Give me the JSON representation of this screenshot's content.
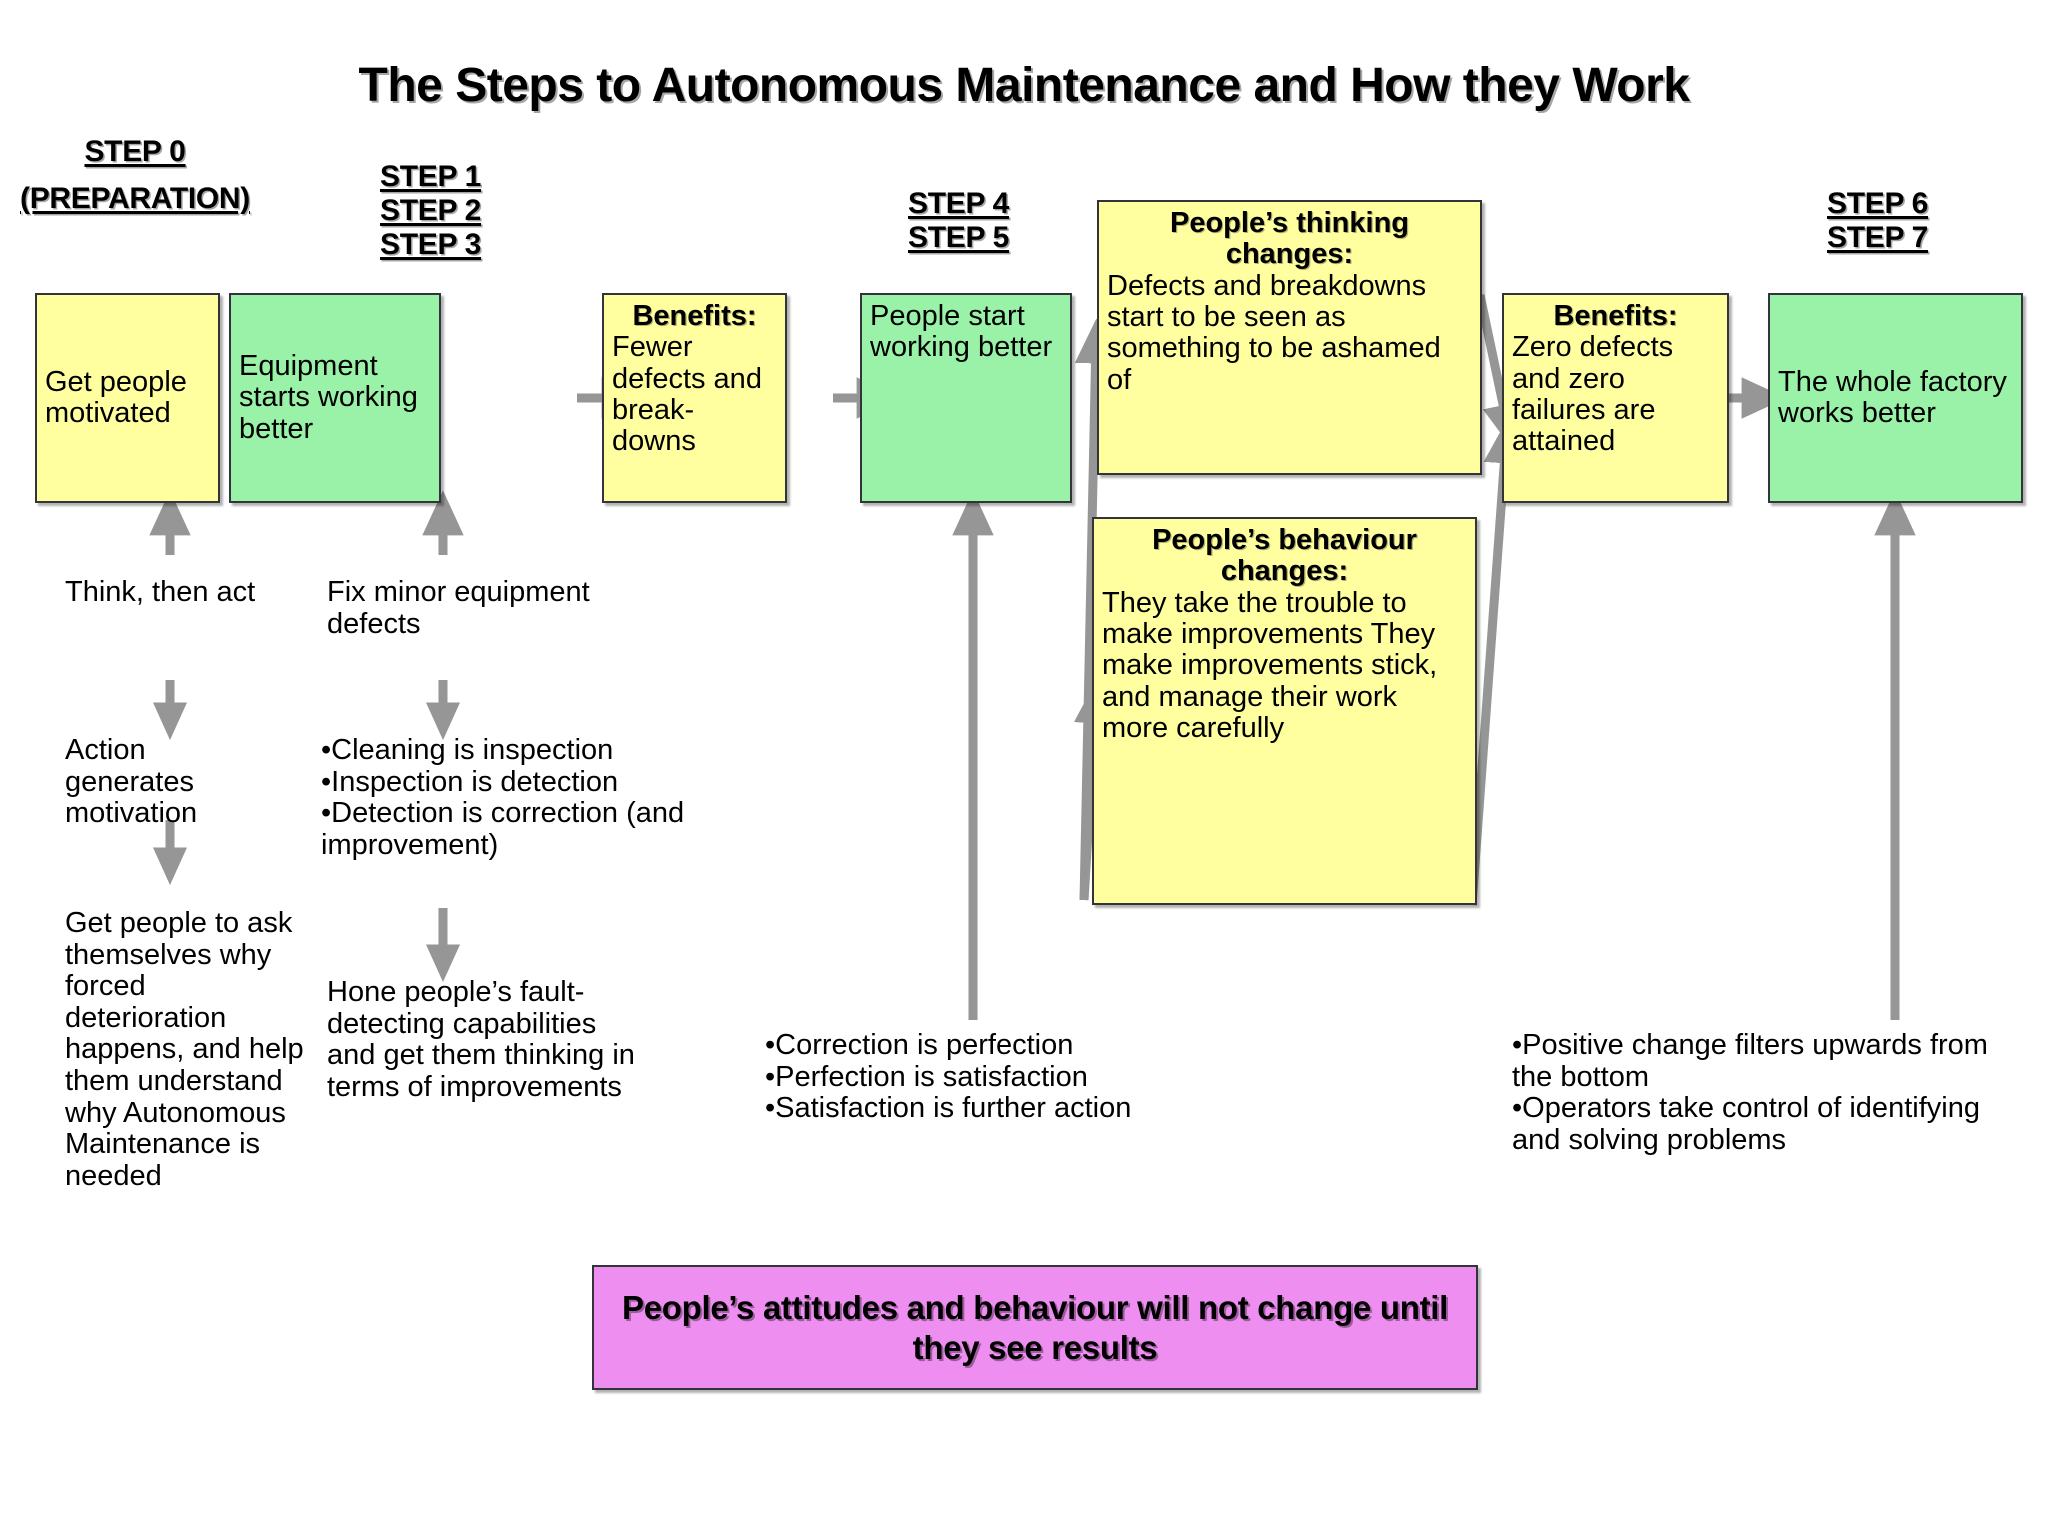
{
  "title": "The Steps to Autonomous Maintenance and How they Work",
  "step_headings": [
    {
      "id": "step-0",
      "lines": [
        "STEP 0",
        "(PREPARATION)"
      ]
    },
    {
      "id": "step-1-3",
      "lines": [
        "STEP 1",
        "STEP 2",
        "STEP 3"
      ]
    },
    {
      "id": "step-4-5",
      "lines": [
        "STEP 4",
        "STEP 5"
      ]
    },
    {
      "id": "step-6-7",
      "lines": [
        "STEP 6",
        "STEP 7"
      ]
    }
  ],
  "boxes": {
    "get_people_motivated": {
      "color": "#ffffa0",
      "body": "Get people motivated"
    },
    "equipment_starts_working_better": {
      "color": "#99f2a8",
      "body": "Equipment starts working better"
    },
    "benefits_fewer_defects": {
      "color": "#ffffa0",
      "heading": "Benefits:",
      "body": "Fewer defects and break-downs"
    },
    "people_start_working_better": {
      "color": "#99f2a8",
      "body": "People start working better"
    },
    "peoples_thinking_changes": {
      "color": "#ffffa0",
      "heading": "People’s thinking changes:",
      "body": "Defects and breakdowns start to be seen as something to be ashamed of"
    },
    "peoples_behaviour_changes": {
      "color": "#ffffa0",
      "heading": "People’s behaviour changes:",
      "body": "They take the trouble to make improvements\nThey make improvements stick, and manage their work more carefully"
    },
    "benefits_zero_defects": {
      "color": "#ffffa0",
      "heading": "Benefits:",
      "body": "Zero defects and zero failures\nare attained"
    },
    "whole_factory_works_better": {
      "color": "#99f2a8",
      "body": "The whole factory works better"
    }
  },
  "notes": {
    "think_then_act": "Think, then act",
    "action_generates_motivation": "Action generates motivation",
    "get_people_to_ask": "Get people to ask themselves why forced deterioration happens, and help them understand why Autonomous Maintenance is needed",
    "fix_minor_defects": "Fix minor equipment defects",
    "cleaning_bullets": "•Cleaning is inspection\n•Inspection is detection\n•Detection is correction (and improvement)",
    "hone_capabilities": "Hone people’s fault-detecting capabilities and get them thinking in terms of improvements",
    "correction_bullets": "•Correction is perfection\n•Perfection is satisfaction\n•Satisfaction is further action",
    "positive_change_bullets": "•Positive change filters upwards from the bottom\n•Operators take control of identifying and solving problems"
  },
  "callout": {
    "text": "People’s attitudes and behaviour will not change until they see results",
    "color": "#ee8ef0"
  },
  "colors": {
    "yellow": "#ffffa0",
    "green": "#99f2a8",
    "magenta": "#ee8ef0",
    "arrow": "#969696",
    "border": "#33333a",
    "background": "#ffffff"
  }
}
